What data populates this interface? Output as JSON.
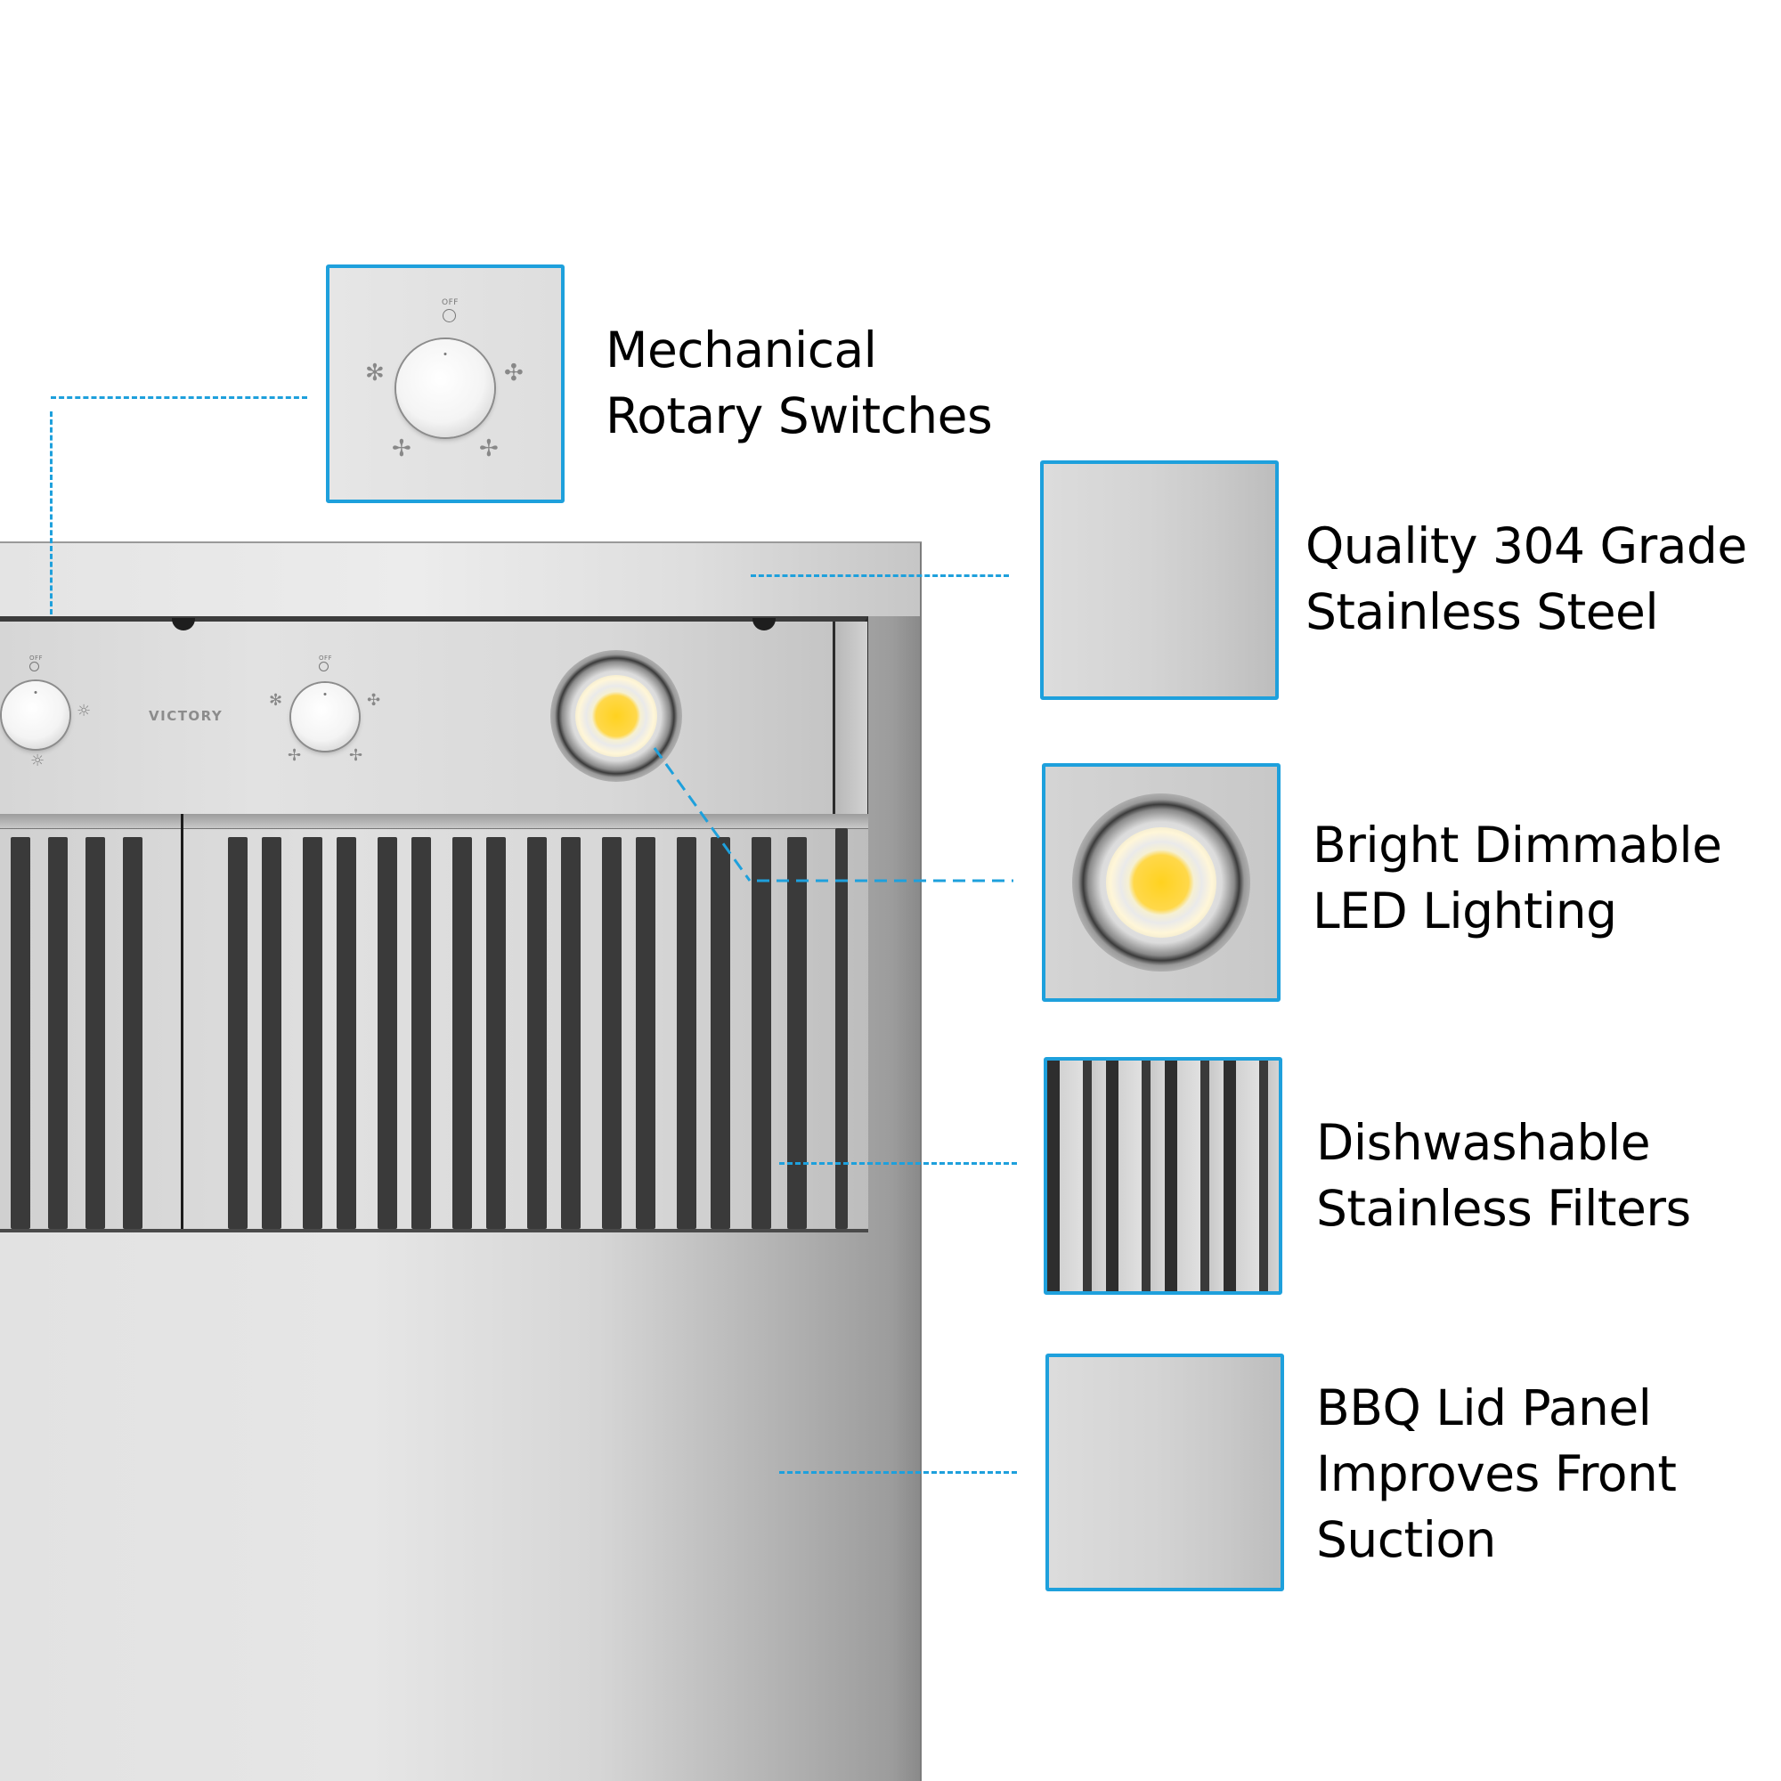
{
  "product": {
    "brand_label": "VICTORY",
    "knob_left": {
      "position_label": "OFF",
      "icons": [
        "light-dim-icon",
        "light-bright-icon"
      ]
    },
    "knob_right": {
      "position_label": "OFF",
      "icons": [
        "fan-low-icon",
        "fan-med-icon",
        "fan-high-icon",
        "fan-boost-icon"
      ]
    }
  },
  "callouts": [
    {
      "id": "rotary-switches",
      "lines": [
        "Mechanical",
        "Rotary Switches"
      ],
      "thumbnail": "rotary-knob",
      "off_label": "OFF"
    },
    {
      "id": "stainless-steel",
      "lines": [
        "Quality 304 Grade",
        "Stainless Steel"
      ],
      "thumbnail": "steel-swatch"
    },
    {
      "id": "led-lighting",
      "lines": [
        "Bright Dimmable",
        "LED Lighting"
      ],
      "thumbnail": "led-light"
    },
    {
      "id": "filters",
      "lines": [
        "Dishwashable",
        "Stainless Filters"
      ],
      "thumbnail": "baffle-filter"
    },
    {
      "id": "bbq-panel",
      "lines": [
        "BBQ Lid Panel",
        "Improves Front",
        "Suction"
      ],
      "thumbnail": "steel-swatch"
    }
  ],
  "colors": {
    "accent_line": "#1ea0dc",
    "background": "#ffffff",
    "text": "#000000"
  }
}
